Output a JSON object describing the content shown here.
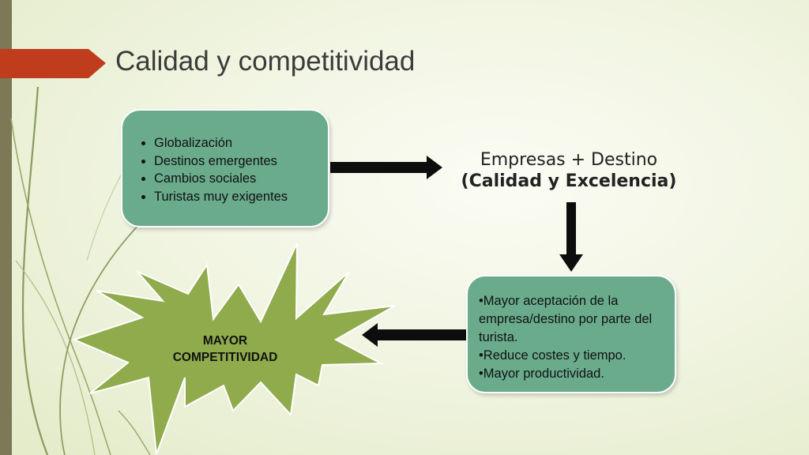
{
  "slide": {
    "title": "Calidad y competitividad"
  },
  "causes": {
    "items": [
      "Globalización",
      "Destinos emergentes",
      "Cambios sociales",
      "Turistas muy exigentes"
    ]
  },
  "center": {
    "line1": "Empresas + Destino",
    "line2": "(Calidad y Excelencia)"
  },
  "benefits": {
    "lines": [
      "•Mayor aceptación de la empresa/destino por parte del turista.",
      "•Reduce costes y tiempo.",
      "•Mayor productividad."
    ]
  },
  "result": {
    "line1": "MAYOR",
    "line2": "COMPETITIVIDAD"
  },
  "colors": {
    "box_fill": "#6aab8c",
    "star_fill": "#8fab4c",
    "title_arrow": "#bf3d1c",
    "left_bar": "#7d7856"
  }
}
